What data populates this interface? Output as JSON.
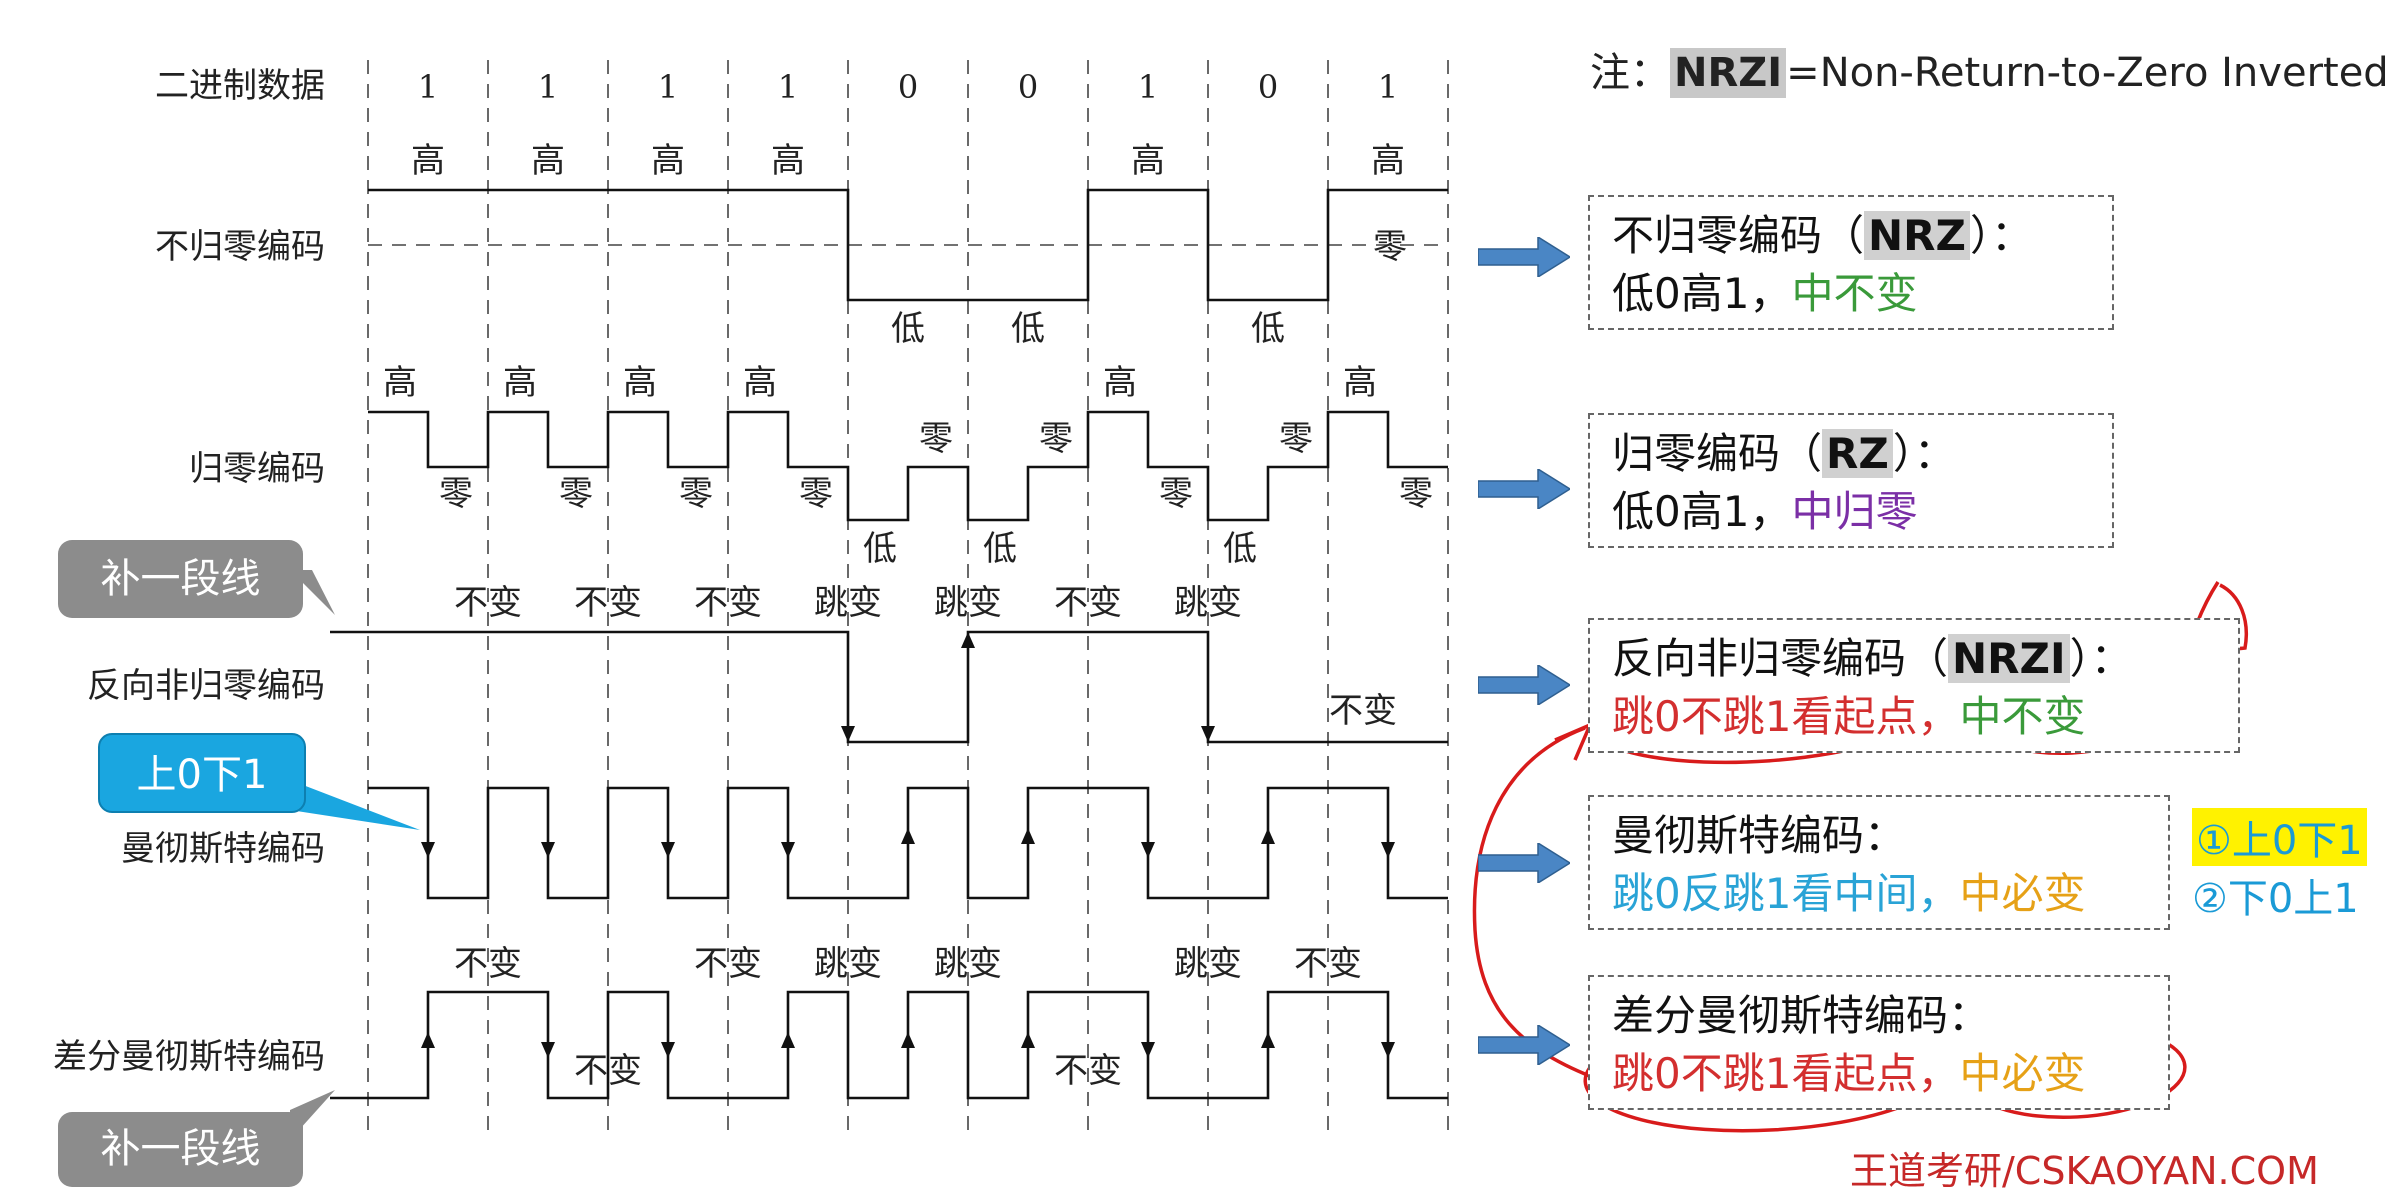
{
  "row_labels": {
    "binary": "二进制数据",
    "nrz": "不归零编码",
    "rz": "归零编码",
    "nrzi": "反向非归零编码",
    "manchester": "曼彻斯特编码",
    "diff_manchester": "差分曼彻斯特编码"
  },
  "bits": [
    "1",
    "1",
    "1",
    "1",
    "0",
    "0",
    "1",
    "0",
    "1"
  ],
  "nrz": {
    "levels": [
      1,
      1,
      1,
      1,
      0,
      0,
      1,
      0,
      1
    ],
    "marks": [
      {
        "bit": 0,
        "text": "高",
        "pos": "top"
      },
      {
        "bit": 1,
        "text": "高",
        "pos": "top"
      },
      {
        "bit": 2,
        "text": "高",
        "pos": "top"
      },
      {
        "bit": 3,
        "text": "高",
        "pos": "top"
      },
      {
        "bit": 4,
        "text": "低",
        "pos": "bottom"
      },
      {
        "bit": 5,
        "text": "低",
        "pos": "bottom"
      },
      {
        "bit": 6,
        "text": "高",
        "pos": "top"
      },
      {
        "bit": 7,
        "text": "低",
        "pos": "bottom"
      },
      {
        "bit": 8,
        "text": "高",
        "pos": "top"
      },
      {
        "bit": 8,
        "text": "零",
        "pos": "middle"
      }
    ]
  },
  "rz": {
    "first_half": [
      1,
      1,
      1,
      1,
      -1,
      -1,
      1,
      -1,
      1
    ],
    "mark_high": "高",
    "mark_low": "低",
    "mark_zero": "零"
  },
  "nrzi": {
    "levels": [
      1,
      1,
      1,
      1,
      0,
      1,
      1,
      0,
      0
    ],
    "labels": [
      "不变",
      "不变",
      "不变",
      "跳变",
      "跳变",
      "不变",
      "跳变",
      "不变"
    ]
  },
  "manchester": {
    "first_half": [
      1,
      1,
      1,
      1,
      0,
      0,
      1,
      0,
      1
    ]
  },
  "diff_manchester": {
    "first_half": [
      0,
      1,
      1,
      0,
      0,
      0,
      1,
      0,
      1
    ],
    "labels": [
      {
        "text": "不变",
        "pos": "top"
      },
      {
        "text": "不变",
        "pos": "bottom"
      },
      {
        "text": "不变",
        "pos": "top"
      },
      {
        "text": "跳变",
        "pos": "top"
      },
      {
        "text": "跳变",
        "pos": "top"
      },
      {
        "text": "不变",
        "pos": "bottom"
      },
      {
        "text": "跳变",
        "pos": "top"
      },
      {
        "text": "不变",
        "pos": "top"
      }
    ]
  },
  "note": {
    "prefix": "注：",
    "abbr": "NRZI",
    "rest": "=Non-Return-to-Zero Inverted"
  },
  "boxes": {
    "nrz": {
      "title": "不归零编码（",
      "abbr": "NRZ",
      "title_end": "）：",
      "rule": "低0高1，",
      "tail": "中不变",
      "tail_color": "#3a9a3a"
    },
    "rz": {
      "title": "归零编码（",
      "abbr": "RZ",
      "title_end": "）：",
      "rule": "低0高1，",
      "tail": "中归零",
      "tail_color": "#7b2fa6"
    },
    "nrzi": {
      "title": "反向非归零编码（",
      "abbr": "NRZI",
      "title_end": "）：",
      "rule": "跳0不跳1看起点，",
      "tail": "中不变",
      "rule_color": "#d32f2f",
      "tail_color": "#3a9a3a"
    },
    "manchester": {
      "title": "曼彻斯特编码：",
      "rule": "跳0反跳1看中间，",
      "tail": "中必变",
      "rule_color": "#29a3d6",
      "tail_color": "#e6a117"
    },
    "diff_manchester": {
      "title": "差分曼彻斯特编码：",
      "rule": "跳0不跳1看起点，",
      "tail": "中必变",
      "rule_color": "#d32f2f",
      "tail_color": "#e6a117"
    }
  },
  "side_notes": {
    "first": "①上0下1",
    "second": "②下0上1"
  },
  "callouts": {
    "top": "补一段线",
    "middle": "上0下1",
    "bottom": "补一段线"
  },
  "footer": "王道考研/CSKAOYAN.COM",
  "colors": {
    "arrow": "#4a86c5",
    "callout_gray": "#8c8c8c",
    "callout_blue": "#1aa6e0",
    "annotation_red": "#d81b1b"
  }
}
